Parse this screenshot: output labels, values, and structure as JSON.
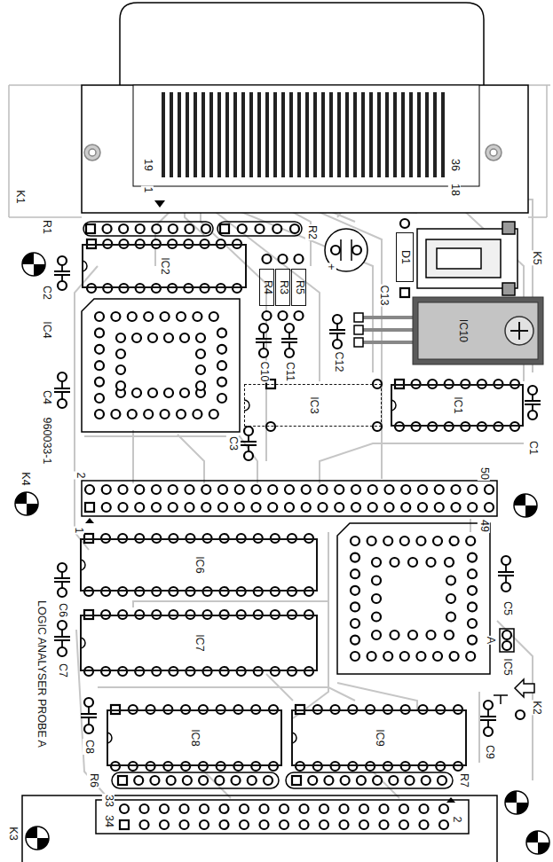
{
  "diagram": {
    "nodes": [
      {
        "text": [
          "IC2"
        ]
      },
      {
        "text": [
          "R4"
        ]
      },
      {
        "text": [
          "R3"
        ]
      },
      {
        "text": [
          "R5"
        ]
      },
      {
        "text": [
          "D1"
        ]
      },
      {
        "text": [
          "IC10"
        ]
      },
      {
        "text": [
          "IC3"
        ]
      },
      {
        "text": [
          "IC1"
        ]
      },
      {
        "text": [
          "IC6"
        ]
      },
      {
        "text": [
          "IC7"
        ]
      },
      {
        "text": [
          "IC8"
        ]
      },
      {
        "text": [
          "IC9"
        ]
      }
    ],
    "labels": [
      "K1",
      "19",
      "1",
      "36",
      "18",
      "R1",
      "R2",
      "C2",
      "+",
      "C13",
      "K5",
      "IC4",
      "C4",
      "C10",
      "C11",
      "C12",
      "960033-1",
      "C3",
      "C1",
      "K4",
      "2",
      "50",
      "1",
      "49",
      "C6",
      "C7",
      "C5",
      "A",
      "IC5",
      "LOGIC ANALYSER PROBE A",
      "K2",
      "C8",
      "C9",
      "R6",
      "R7",
      "33",
      "34",
      "2",
      "K3"
    ]
  }
}
